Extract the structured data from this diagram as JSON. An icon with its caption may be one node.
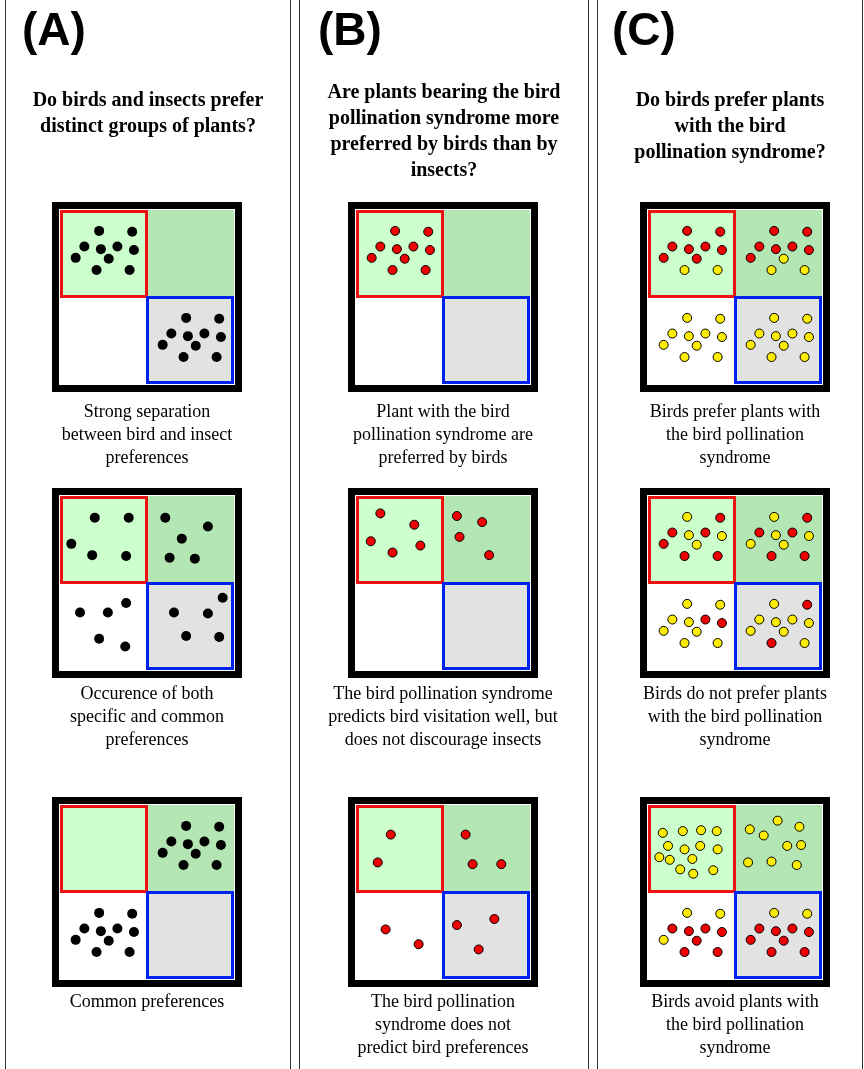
{
  "diagram": {
    "labels": [
      "(A)",
      "(B)",
      "(C)",
      "Do birds and insects prefer distinct groups of plants?",
      "Are plants bearing the bird pollination syndrome more preferred by birds than by insects?",
      "Do birds prefer plants with the bird pollination syndrome?",
      "Strong separation between bird and insect preferences",
      "Plant with the bird pollination syndrome are preferred by birds",
      "Birds prefer plants with the bird pollination syndrome",
      "Occurence of both specific and common preferences",
      "The bird pollination syndrome predicts bird visitation well, but does not discourage insects",
      "Birds do not prefer plants with the bird pollination syndrome",
      "Common preferences",
      "The bird pollination syndrome does not predict bird preferences",
      "Birds avoid plants with the bird pollination syndrome"
    ]
  }
}
